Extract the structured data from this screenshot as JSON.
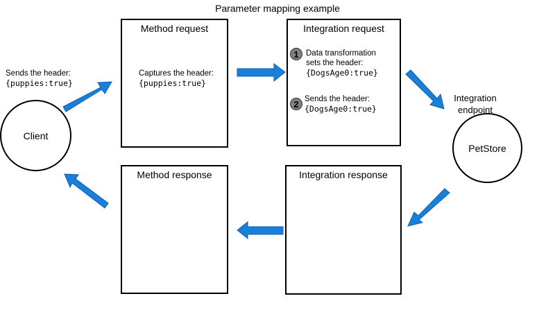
{
  "title": "Parameter mapping example",
  "colors": {
    "arrow": "#1a7fd8",
    "arrow_stroke": "#0c5fae",
    "badge": "#808080"
  },
  "client": {
    "label": "Client",
    "note_line1": "Sends the header:",
    "note_line2": "{puppies:true}"
  },
  "method_request": {
    "title": "Method request",
    "line1": "Captures the header:",
    "line2": "{puppies:true}"
  },
  "integration_request": {
    "title": "Integration request",
    "step1": {
      "number": "1",
      "line1": "Data transformation",
      "line2": "sets the header:",
      "line3": "{DogsAge0:true}"
    },
    "step2": {
      "number": "2",
      "line1": "Sends the header:",
      "line2": "{DogsAge0:true}"
    }
  },
  "endpoint": {
    "label_line1": "Integration",
    "label_line2": "endpoint",
    "circle_label": "PetStore"
  },
  "method_response": {
    "title": "Method response"
  },
  "integration_response": {
    "title": "Integration response"
  }
}
